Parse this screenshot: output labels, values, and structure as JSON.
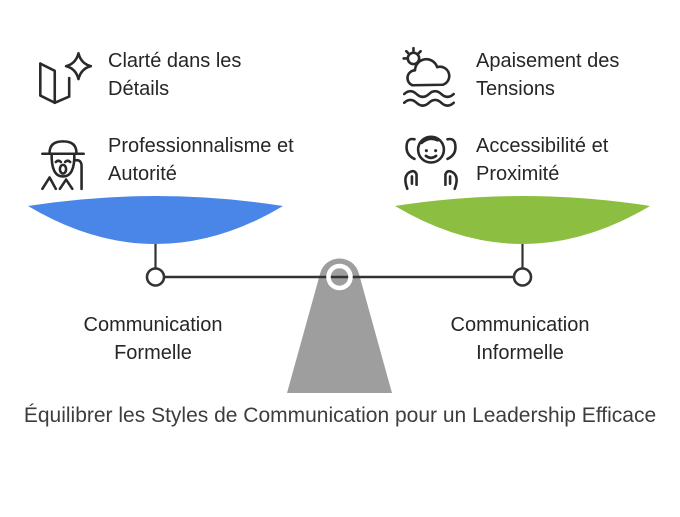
{
  "title": "Équilibrer les Styles de Communication pour un Leadership Efficace",
  "colors": {
    "left_pan_blue": "#4a86e8",
    "right_pan_green": "#8cbf41",
    "fulcrum_gray": "#9e9e9e",
    "line_dark": "#333333",
    "text_dark": "#262626",
    "title_gray": "#3d3d3d"
  },
  "features": {
    "left": [
      {
        "icon": "map-sparkle-icon",
        "label": "Clarté dans les Détails"
      },
      {
        "icon": "person-hat-icon",
        "label": "Professionnalisme et Autorité"
      }
    ],
    "right": [
      {
        "icon": "calm-sea-icon",
        "label": "Apaisement des Tensions"
      },
      {
        "icon": "child-in-hands-icon",
        "label": "Accessibilité et Proximité"
      }
    ]
  },
  "scale": {
    "left_pan_label": "Communication Formelle",
    "right_pan_label": "Communication Informelle"
  }
}
